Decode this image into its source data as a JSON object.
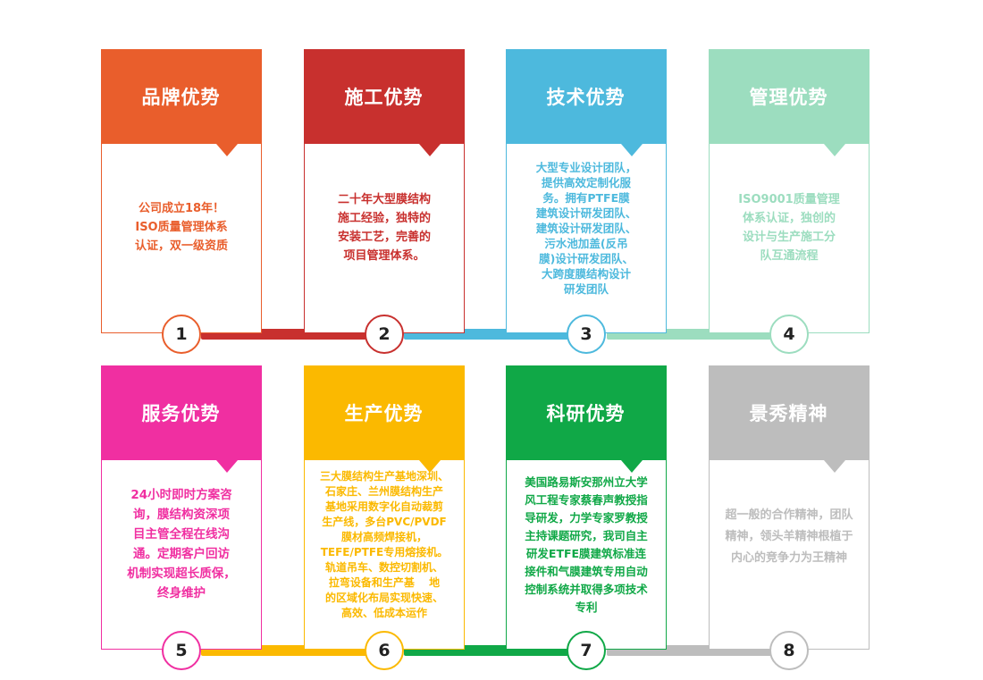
{
  "cards": [
    {
      "num": "1",
      "title": "品牌优势",
      "color": "#E95E2C",
      "text": "公司成立18年！\nISO质量管理体系\n认证，双一级资质"
    },
    {
      "num": "2",
      "title": "施工优势",
      "color": "#C8302E",
      "text": "二十年大型膜结构\n施工经验，独特的\n安装工艺，完善的\n项目管理体系。"
    },
    {
      "num": "3",
      "title": "技术优势",
      "color": "#4DB9DD",
      "text": "大型专业设计团队，\n提供高效定制化服\n务。拥有PTFE膜\n建筑设计研发团队、\n建筑设计研发团队、\n污水池加盖(反吊\n膜)设计研发团队、\n大跨度膜结构设计\n研发团队"
    },
    {
      "num": "4",
      "title": "管理优势",
      "color": "#9CDDBF",
      "text": "ISO9001质量管理\n体系认证，独创的\n设计与生产施工分\n队互通流程"
    },
    {
      "num": "5",
      "title": "服务优势",
      "color": "#F02FA1",
      "text": "24小时即时方案咨\n询，膜结构资深项\n目主管全程在线沟\n通。定期客户回访\n机制实现超长质保，\n终身维护"
    },
    {
      "num": "6",
      "title": "生产优势",
      "color": "#FBB900",
      "text": "三大膜结构生产基地深圳、\n石家庄、兰州膜结构生产\n基地采用数字化自动裁剪\n生产线，多台PVC/PVDF\n膜材高频焊接机，\nTEFE/PTFE专用熔接机。\n轨道吊车、数控切割机、\n拉弯设备和生产基　 地\n的区域化布局实现快速、\n高效、低成本运作"
    },
    {
      "num": "7",
      "title": "科研优势",
      "color": "#10A847",
      "text": "美国路易斯安那州立大学\n风工程专家蔡春声教授指\n导研发，力学专家罗教授\n主持课题研究，我司自主\n研发ETFE膜建筑标准连\n接件和气膜建筑专用自动\n控制系统并取得多项技术\n专利"
    },
    {
      "num": "8",
      "title": "景秀精神",
      "color": "#BDBDBD",
      "text": "超一般的合作精神，团队\n精神，领头羊精神根植于\n内心的竞争力为王精神"
    }
  ],
  "connectors": [
    {
      "color": "#C8302E"
    },
    {
      "color": "#4DB9DD"
    },
    {
      "color": "#9CDDBF"
    },
    {
      "color": "#FBB900"
    },
    {
      "color": "#10A847"
    },
    {
      "color": "#BDBDBD"
    }
  ]
}
